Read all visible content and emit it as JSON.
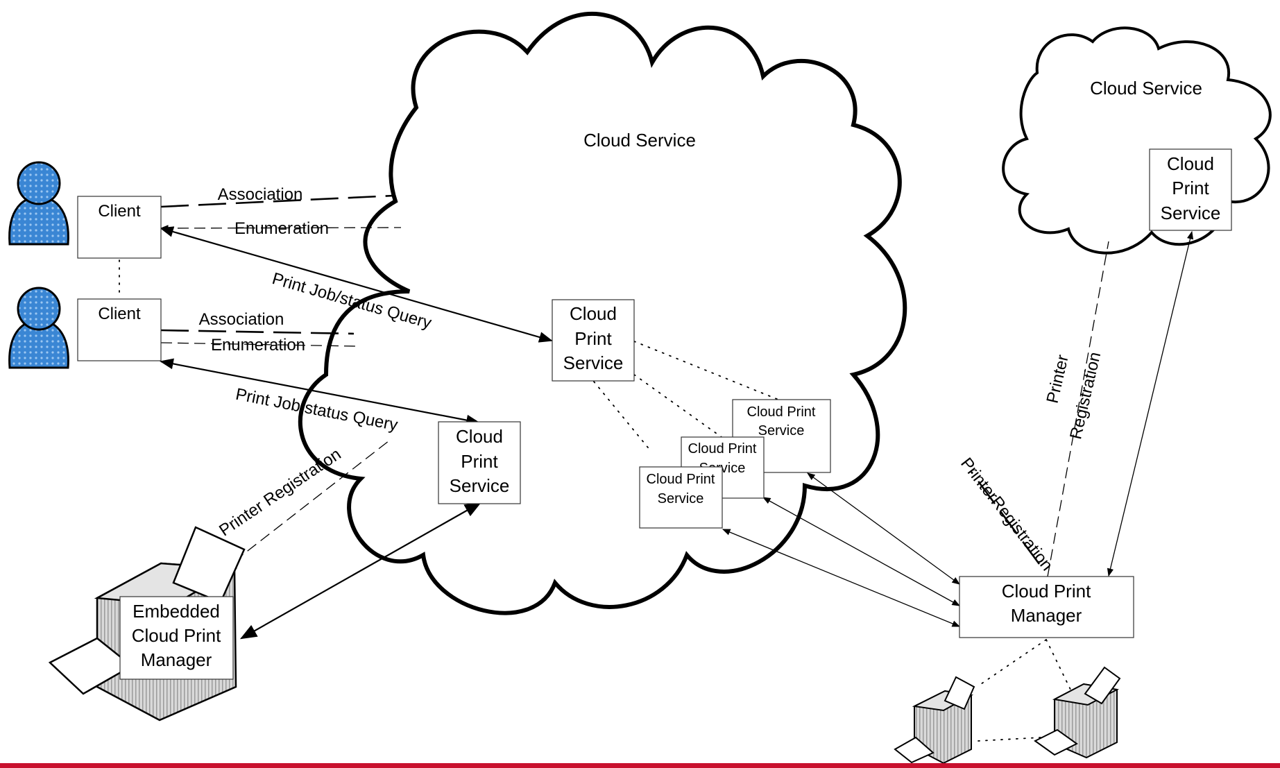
{
  "diagram": {
    "clouds": {
      "main": "Cloud Service",
      "secondary": "Cloud Service"
    },
    "clients": [
      {
        "label": "Client"
      },
      {
        "label": "Client"
      }
    ],
    "services": {
      "central": [
        "Cloud",
        "Print",
        "Service"
      ],
      "lower": [
        "Cloud",
        "Print",
        "Service"
      ],
      "remote": [
        "Cloud",
        "Print",
        "Service"
      ],
      "stack": [
        [
          "Cloud Print",
          "Service"
        ],
        [
          "Cloud Print",
          "Service"
        ],
        [
          "Cloud Print",
          "Service"
        ]
      ]
    },
    "managers": {
      "embedded": [
        "Embedded",
        "Cloud Print",
        "Manager"
      ],
      "standalone": [
        "Cloud Print",
        "Manager"
      ]
    },
    "edges": {
      "association_1": "Association",
      "enumeration_1": "Enumeration",
      "print_job_1": "Print Job/status Query",
      "association_2": "Association",
      "enumeration_2": "Enumeration",
      "print_job_2": "Print Job/status Query",
      "printer_registration_embedded": "Printer Registration",
      "printer_registration_manager": "PrinterRegistration",
      "printer_registration_remote_1": "Printer",
      "printer_registration_remote_2": "Registration"
    },
    "colors": {
      "user_fill": "#3a86d4",
      "accent_rule": "#c8102e"
    },
    "icons": [
      "user-icon",
      "printer-icon"
    ]
  }
}
